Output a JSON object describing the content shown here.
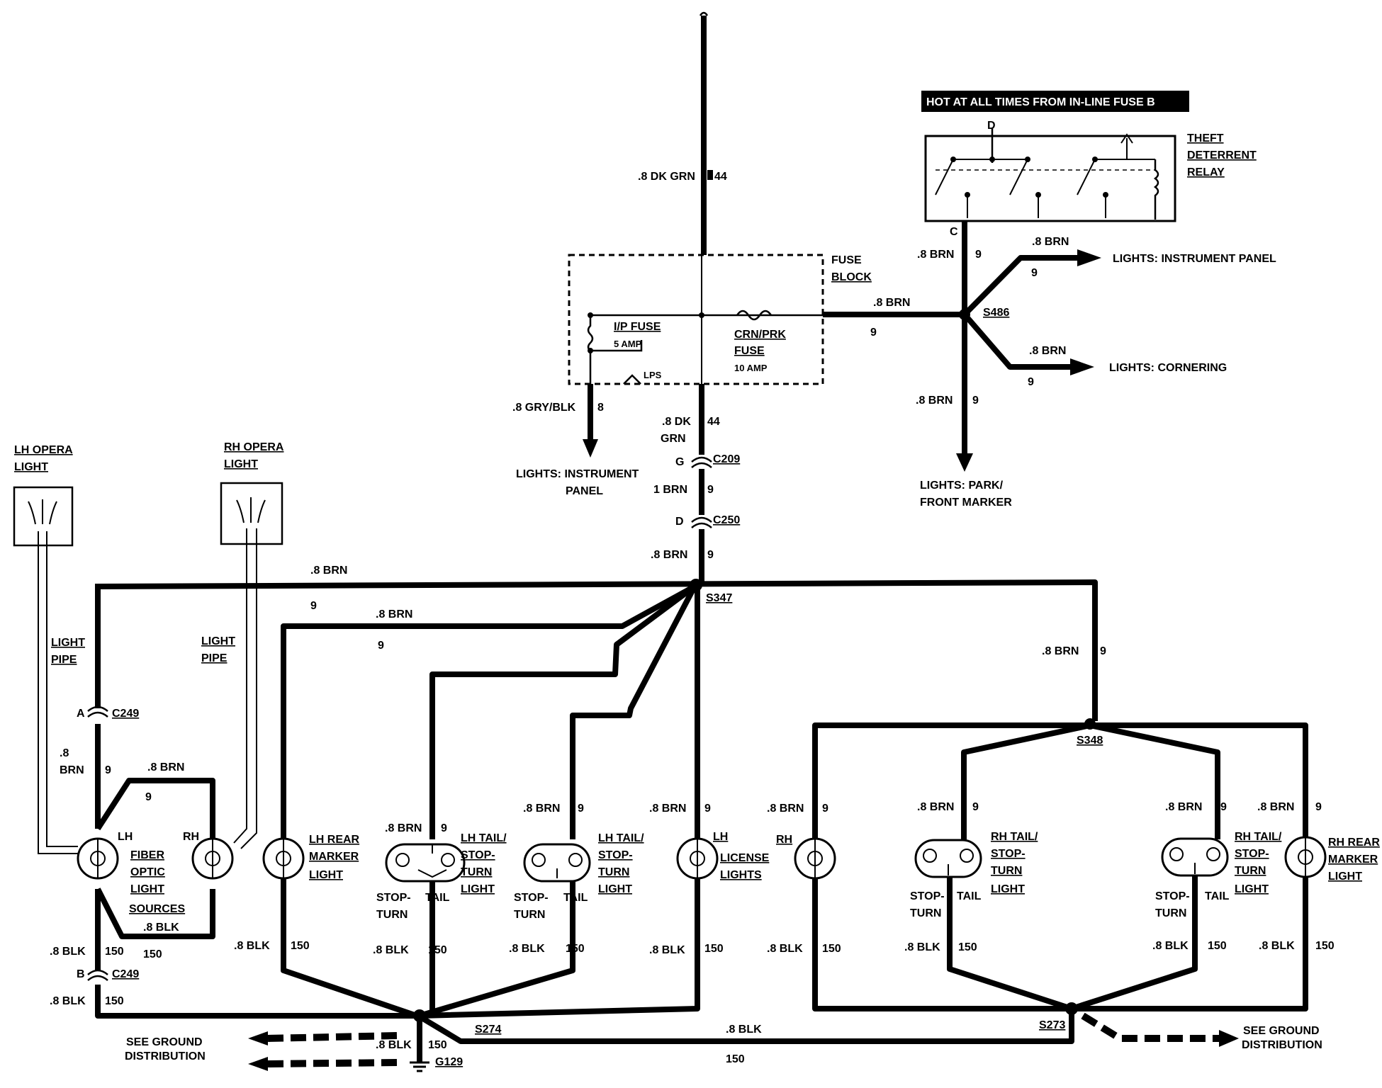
{
  "hot_banner": "HOT AT ALL TIMES FROM IN-LINE FUSE B",
  "relay": {
    "l1": "THEFT",
    "l2": "DETERRENT",
    "l3": "RELAY",
    "pin_d": "D",
    "pin_c": "C"
  },
  "fuse_block": {
    "l1": "FUSE",
    "l2": "BLOCK",
    "ip_fuse": "I/P FUSE",
    "ip_amp": "5 AMP",
    "lps": "LPS",
    "crn1": "CRN/PRK",
    "crn2": "FUSE",
    "crn_amp": "10 AMP"
  },
  "splices": {
    "s486": "S486",
    "s347": "S347",
    "s348": "S348",
    "s274": "S274",
    "s273": "S273",
    "g129": "G129"
  },
  "connectors": {
    "c209": "C209",
    "c250": "C250",
    "c249": "C249",
    "pin_g": "G",
    "pin_d": "D",
    "pin_a": "A",
    "pin_b": "B"
  },
  "wires": {
    "dkgrn": ".8 DK GRN",
    "dk8": ".8 DK",
    "grn": "GRN",
    "c44": "44",
    "brn": ".8 BRN",
    "c9": "9",
    "brn1": "1 BRN",
    "p8": ".8",
    "brn_only": "BRN",
    "grybl": ".8 GRY/BLK",
    "c8": "8",
    "blk": ".8 BLK",
    "c150": "150"
  },
  "dest": {
    "ip_panel1": "LIGHTS: INSTRUMENT",
    "ip_panel2": "PANEL",
    "lights_ip": "LIGHTS: INSTRUMENT PANEL",
    "cornering": "LIGHTS: CORNERING",
    "park1": "LIGHTS: PARK/",
    "park2": "FRONT MARKER"
  },
  "components": {
    "lh_opera1": "LH OPERA",
    "lh_opera2": "LIGHT",
    "rh_opera1": "RH OPERA",
    "rh_opera2": "LIGHT",
    "light1": "LIGHT",
    "pipe": "PIPE",
    "lh": "LH",
    "rh": "RH",
    "fiber1": "FIBER",
    "fiber2": "OPTIC",
    "fiber3": "LIGHT",
    "fiber4": "SOURCES",
    "lhrear1": "LH REAR",
    "marker": "MARKER",
    "light": "LIGHT",
    "lhtail1": "LH TAIL/",
    "stop": "STOP-",
    "turn": "TURN",
    "stop_t": "STOP-",
    "turn_t": "TURN",
    "tail": "TAIL",
    "license": "LICENSE",
    "lights": "LIGHTS",
    "rhtail1": "RH TAIL/",
    "rhrear1": "RH REAR"
  },
  "ground": {
    "see1": "SEE GROUND",
    "dist": "DISTRIBUTION"
  }
}
